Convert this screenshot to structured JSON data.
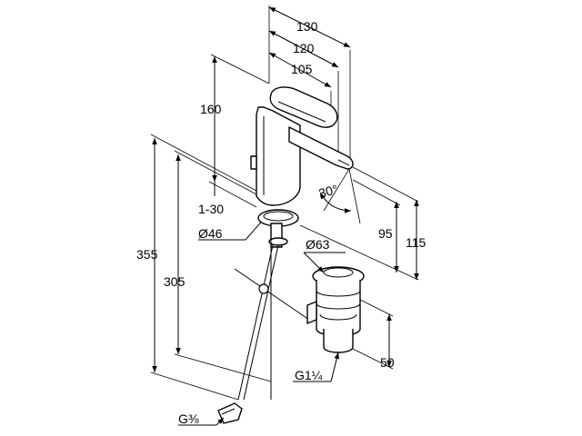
{
  "labels": {
    "dim_130": "130",
    "dim_120": "120",
    "dim_105": "105",
    "dim_160": "160",
    "dim_1_30": "1-30",
    "dim_d46": "Ø46",
    "dim_30deg": "30°",
    "dim_95": "95",
    "dim_115": "115",
    "dim_355": "355",
    "dim_305": "305",
    "dim_d63": "Ø63",
    "dim_50": "50",
    "thread_g114": "G1¼",
    "thread_g38": "G⅜"
  }
}
